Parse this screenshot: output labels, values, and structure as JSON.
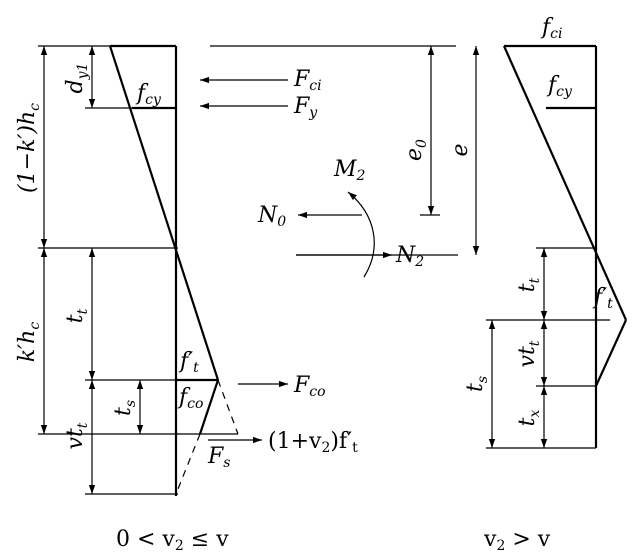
{
  "labels": {
    "d_y1": "d",
    "d_y1_sub": "y1",
    "one_minus_k_hc": "(1−k′)h",
    "one_minus_k_hc_sub": "c",
    "k_hc": "k′h",
    "k_hc_sub": "c",
    "t_t_left": "t",
    "t_t_left_sub": "t",
    "vt_t_left": "vt",
    "vt_t_left_sub": "t",
    "t_s_left": "t",
    "t_s_left_sub": "s",
    "f_cy_left": "f",
    "f_cy_left_sub": "cy",
    "f_t_left": "f′",
    "f_t_left_sub": "t",
    "f_co_left": "f",
    "f_co_left_sub": "co",
    "F_ci": "F",
    "F_ci_sub": "ci",
    "F_y": "F",
    "F_y_sub": "y",
    "F_co": "F",
    "F_co_sub": "co",
    "F_s": "F",
    "F_s_sub": "s",
    "one_plus_v2_ft": "(1+v",
    "one_plus_v2_ft_sub": "2",
    "one_plus_v2_ft_tail": ")f′",
    "one_plus_v2_ft_tail_sub": "t",
    "M2": "M",
    "M2_sub": "2",
    "N0": "N",
    "N0_sub": "0",
    "N2": "N",
    "N2_sub": "2",
    "e0": "e",
    "e0_sub": "0",
    "e": "e",
    "f_ci_right": "f",
    "f_ci_right_sub": "ci",
    "f_cy_right": "f",
    "f_cy_right_sub": "cy",
    "f_t_right": "f′",
    "f_t_right_sub": "t",
    "t_t_right": "t",
    "t_t_right_sub": "t",
    "vt_t_right": "vt",
    "vt_t_right_sub": "t",
    "t_s_right": "t",
    "t_s_right_sub": "s",
    "t_x_right": "t",
    "t_x_right_sub": "x"
  },
  "captions": {
    "left": "0 < v",
    "left_sub": "2",
    "left_tail": " ≤ v",
    "right": "v",
    "right_sub": "2",
    "right_tail": " > v"
  }
}
